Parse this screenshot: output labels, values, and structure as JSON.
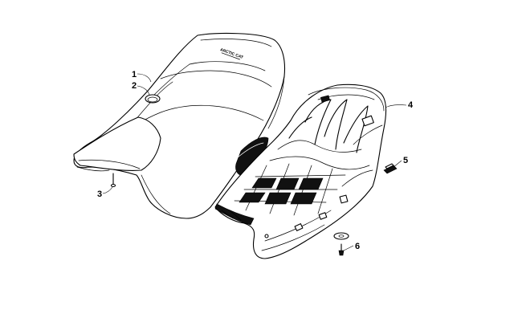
{
  "parts": [
    {
      "callout": "1",
      "part": "seat-assembly"
    },
    {
      "callout": "2",
      "part": "seat-badge"
    },
    {
      "callout": "3",
      "part": "push-rivet"
    },
    {
      "callout": "4",
      "part": "seat-base-tray"
    },
    {
      "callout": "5",
      "part": "clip"
    },
    {
      "callout": "6",
      "part": "screw-and-washer"
    }
  ],
  "seat_logo_text": "ARCTIC CAT"
}
